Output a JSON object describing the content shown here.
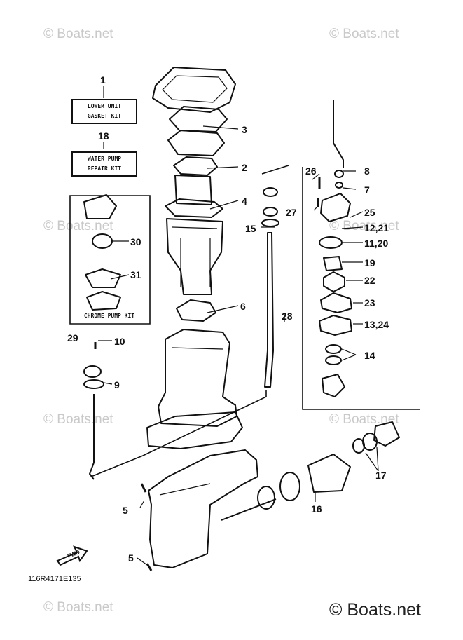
{
  "watermark": {
    "text": "© Boats.net"
  },
  "kits": {
    "gasket_kit": {
      "number": "1",
      "line1": "LOWER UNIT",
      "line2": "GASKET KIT"
    },
    "water_pump_kit": {
      "number": "18",
      "line1": "WATER PUMP",
      "line2": "REPAIR KIT"
    },
    "chrome_pump_kit": {
      "number": "29",
      "label": "CHROME PUMP KIT"
    }
  },
  "callouts": [
    "2",
    "3",
    "4",
    "5",
    "5",
    "6",
    "7",
    "8",
    "9",
    "10",
    "11,20",
    "12,21",
    "13,24",
    "14",
    "15",
    "16",
    "17",
    "19",
    "22",
    "23",
    "25",
    "26",
    "27",
    "28",
    "30",
    "31"
  ],
  "arrow": {
    "label": "FWD"
  },
  "diagram_code": "116R4171E135",
  "colors": {
    "ink": "#111111",
    "watermark": "#c9c9c9",
    "background": "#ffffff"
  }
}
